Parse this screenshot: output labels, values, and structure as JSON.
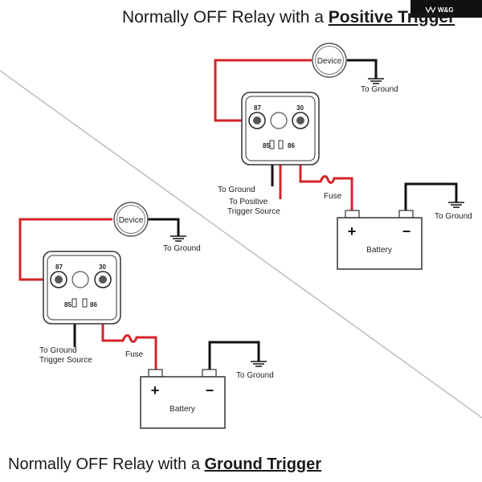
{
  "brand": {
    "logo_text": "W&G"
  },
  "top": {
    "title_prefix": "Normally OFF Relay with a ",
    "title_emphasis": "Positive Trigger",
    "device_label": "Device",
    "relay": {
      "pin87": "87",
      "pin30": "30",
      "pin85": "85",
      "pin86": "86"
    },
    "to_ground_device": "To Ground",
    "to_ground_85": "To Ground",
    "trigger_line1": "To Positive",
    "trigger_line2": "Trigger Source",
    "fuse_label": "Fuse",
    "battery_label": "Battery",
    "battery_plus": "+",
    "battery_minus": "−",
    "to_ground_battery": "To Ground"
  },
  "bottom": {
    "title_prefix": "Normally OFF Relay with a ",
    "title_emphasis": "Ground Trigger",
    "device_label": "Device",
    "relay": {
      "pin87": "87",
      "pin30": "30",
      "pin85": "85",
      "pin86": "86"
    },
    "to_ground_device": "To Ground",
    "trigger_line1": "To Ground",
    "trigger_line2": "Trigger Source",
    "fuse_label": "Fuse",
    "battery_label": "Battery",
    "battery_plus": "+",
    "battery_minus": "−",
    "to_ground_battery": "To Ground"
  }
}
